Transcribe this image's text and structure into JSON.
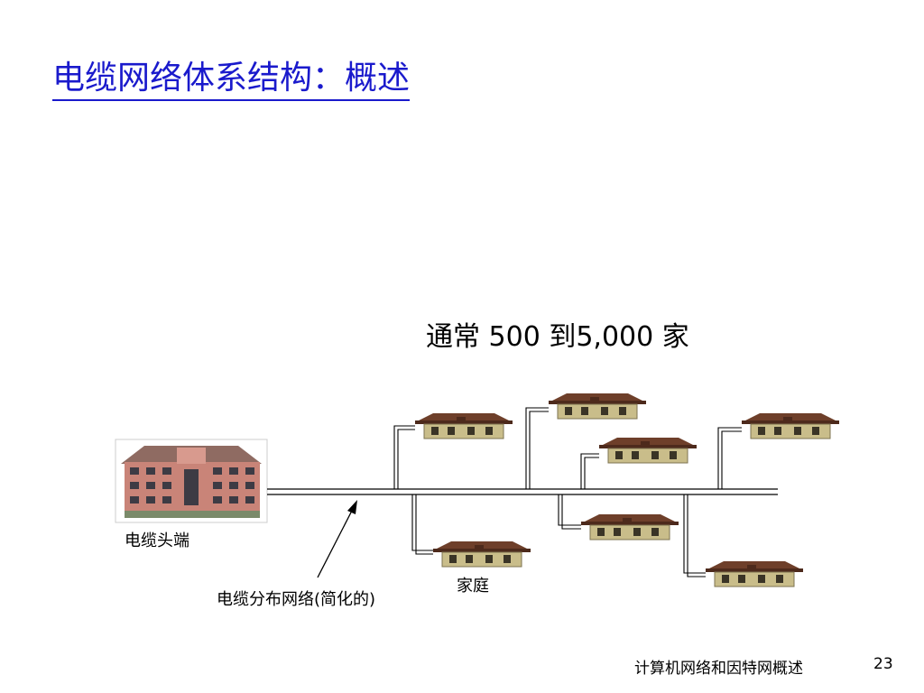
{
  "slide": {
    "title": "电缆网络体系结构：概述",
    "households": "通常 500 到5,000 家",
    "footer_text": "计算机网络和因特网概述",
    "page_number": "23"
  },
  "diagram": {
    "headend_label": "电缆头端",
    "home_label": "家庭",
    "distribution_label": "电缆分布网络(简化的)"
  },
  "colors": {
    "title": "#1a1acc",
    "house_wall": "#c9bd8a",
    "house_roof": "#7a4a32",
    "headend_building": "#c98478"
  }
}
